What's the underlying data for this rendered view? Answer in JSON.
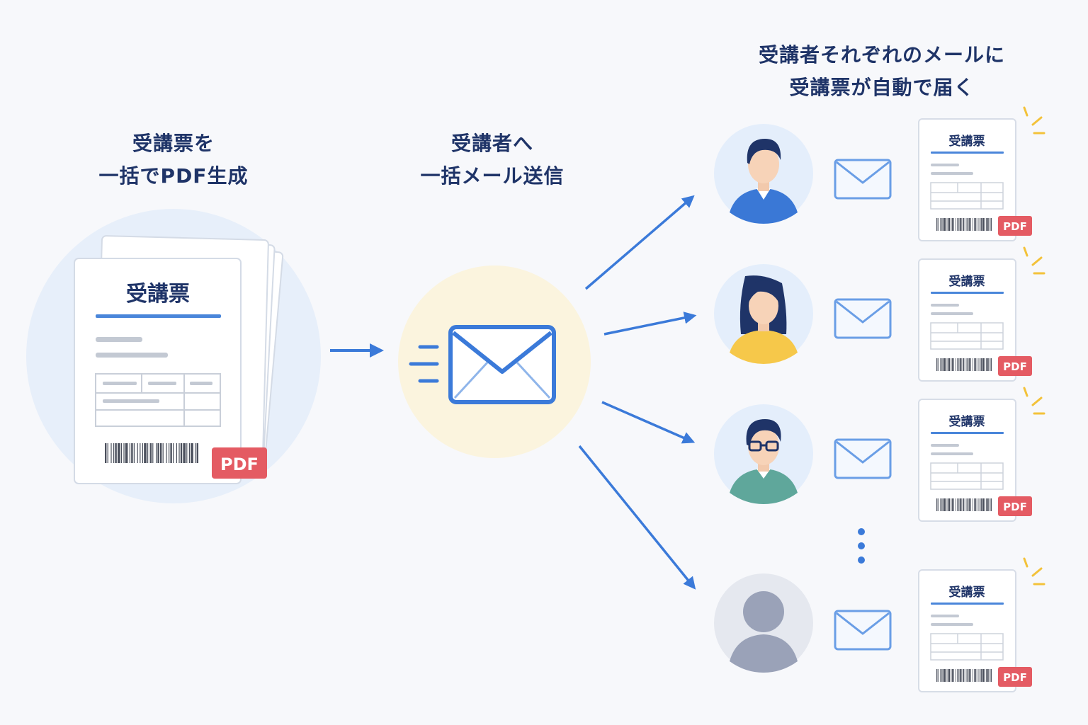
{
  "captions": {
    "generate": [
      "受講票を",
      "一括でPDF生成"
    ],
    "send": [
      "受講者へ",
      "一括メール送信"
    ],
    "deliver": [
      "受講者それぞれのメールに",
      "受講票が自動で届く"
    ]
  },
  "document": {
    "title": "受講票",
    "badge": "PDF"
  },
  "recipients": [
    {
      "type": "man"
    },
    {
      "type": "woman"
    },
    {
      "type": "man-glasses"
    },
    {
      "type": "generic"
    }
  ],
  "recipient_ticket": {
    "title": "受講票",
    "badge": "PDF"
  },
  "icons": {
    "mail": "envelope-icon",
    "more": "vertical-ellipsis-icon",
    "sparkle": "sparkle-icon"
  },
  "colors": {
    "primary": "#3b7ad9",
    "navy": "#1f3468",
    "pdf": "#e45b63",
    "sparkle": "#f3c23a"
  }
}
